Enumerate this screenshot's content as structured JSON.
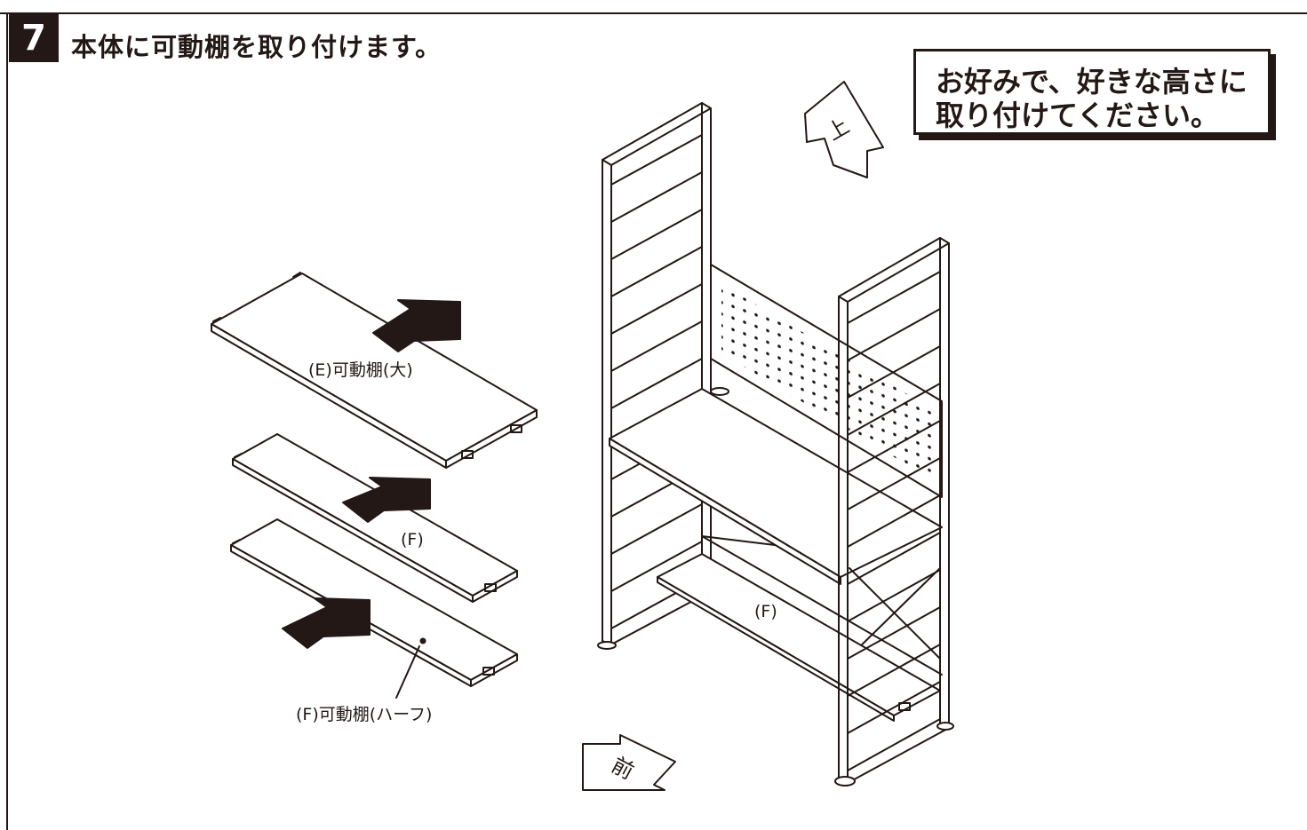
{
  "step": {
    "number": "7",
    "title": "本体に可動棚を取り付けます。"
  },
  "note": {
    "line1": "お好みで、好きな高さに",
    "line2": "取り付けてください。"
  },
  "directions": {
    "up": "上",
    "front": "前"
  },
  "labels": {
    "shelf_e": "(E)可動棚(大)",
    "shelf_f": "(F)",
    "shelf_f_half": "(F)可動棚(ハーフ)",
    "installed_f": "(F)"
  },
  "colors": {
    "ink": "#231815",
    "paper": "#ffffff"
  }
}
